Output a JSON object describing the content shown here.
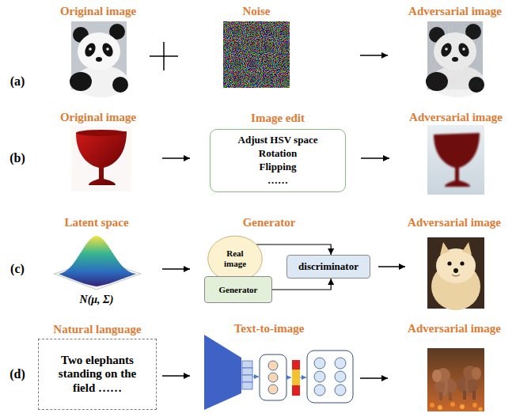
{
  "diagram": {
    "nodes": [
      {
        "text": [
          "Image edit",
          "Adjust HSV space",
          "Rotation",
          "Flipping",
          "……"
        ]
      },
      {
        "text": [
          "Real image"
        ]
      },
      {
        "text": [
          "Generator"
        ]
      },
      {
        "text": [
          "discriminator"
        ]
      },
      {
        "text": [
          "Natural language",
          "Two elephants standing on the field ……"
        ]
      }
    ],
    "edges": [
      {
        "from": 1,
        "to": 3,
        "arrow": "to"
      },
      {
        "from": 2,
        "to": 3,
        "arrow": "to"
      }
    ],
    "labels": [
      "(a)",
      "Original image",
      "Noise",
      "Adversarial image",
      "(b)",
      "Original image",
      "Adversarial image",
      "(c)",
      "Latent space",
      "N(μ, Σ)",
      "Generator",
      "Adversarial image",
      "(d)",
      "Text-to-image",
      "Adversarial image"
    ]
  }
}
